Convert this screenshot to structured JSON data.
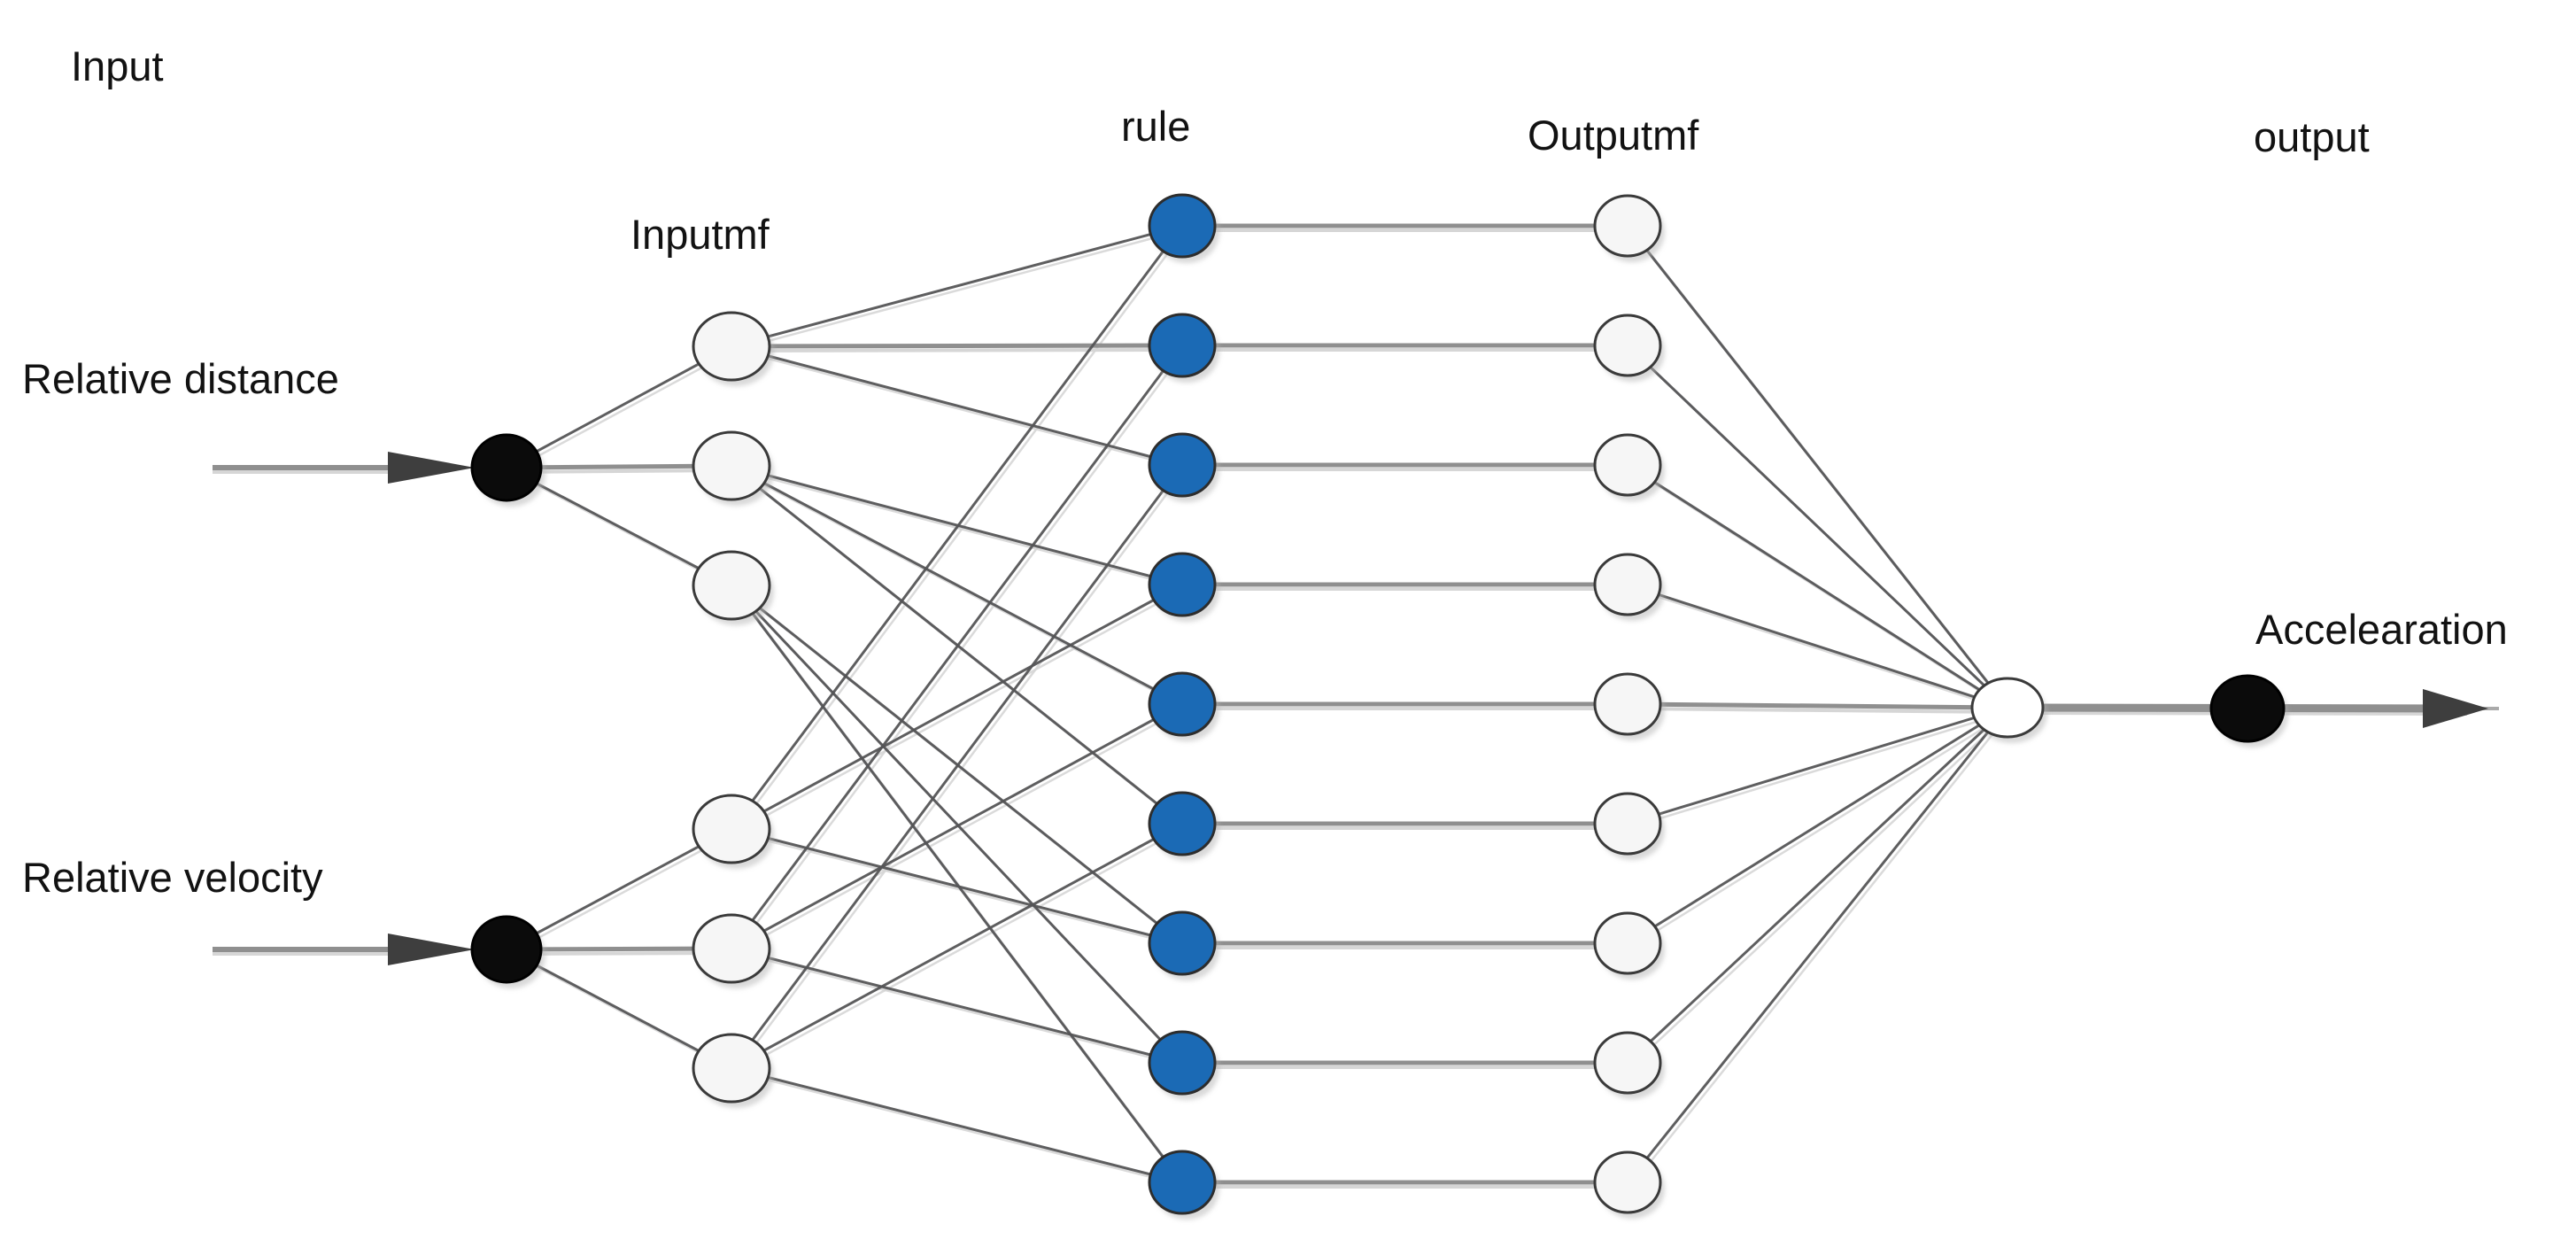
{
  "title": "ANFIS fuzzy neural network structure",
  "labels": {
    "input": "Input",
    "inputmf": "Inputmf",
    "rule": "rule",
    "outputmf": "Outputmf",
    "output": "output",
    "relative_distance": "Relative distance",
    "relative_velocity": "Relative velocity",
    "acceleration": "Accelearation"
  },
  "colors": {
    "background": "#ffffff",
    "rule_node_fill": "#1b6ab5",
    "mf_node_fill": "#f6f6f6",
    "io_node_fill": "#0b0b0b",
    "node_stroke": "#3a3a3a",
    "line_dark": "#545456",
    "line_gray": "#8f8f8f",
    "line_shadow": "#d6d6d6",
    "arrow_fill": "#3e3e3e",
    "text": "#121212"
  },
  "layers": {
    "input": {
      "count": 2,
      "node_names": [
        "Relative distance",
        "Relative velocity"
      ]
    },
    "inputmf": {
      "count": 6,
      "membership_functions_per_input": 3
    },
    "rule": {
      "count": 9
    },
    "outputmf": {
      "count": 9
    },
    "aggregate": {
      "count": 1
    },
    "output": {
      "count": 1,
      "node_name": "Accelearation"
    }
  },
  "connections": {
    "input_to_inputmf": [
      [
        0,
        [
          0,
          1,
          2
        ]
      ],
      [
        1,
        [
          3,
          4,
          5
        ]
      ]
    ],
    "inputmf_to_rule": [
      [
        0,
        [
          0,
          1,
          2
        ]
      ],
      [
        1,
        [
          3,
          4,
          5
        ]
      ],
      [
        2,
        [
          6,
          7,
          8
        ]
      ],
      [
        3,
        [
          0,
          3,
          6
        ]
      ],
      [
        4,
        [
          1,
          4,
          7
        ]
      ],
      [
        5,
        [
          2,
          5,
          8
        ]
      ]
    ],
    "rule_to_outputmf": [
      [
        0,
        0
      ],
      [
        1,
        1
      ],
      [
        2,
        2
      ],
      [
        3,
        3
      ],
      [
        4,
        4
      ],
      [
        5,
        5
      ],
      [
        6,
        6
      ],
      [
        7,
        7
      ],
      [
        8,
        8
      ]
    ],
    "outputmf_to_aggregate": [
      0,
      1,
      2,
      3,
      4,
      5,
      6,
      7,
      8
    ],
    "aggregate_to_output": true
  }
}
